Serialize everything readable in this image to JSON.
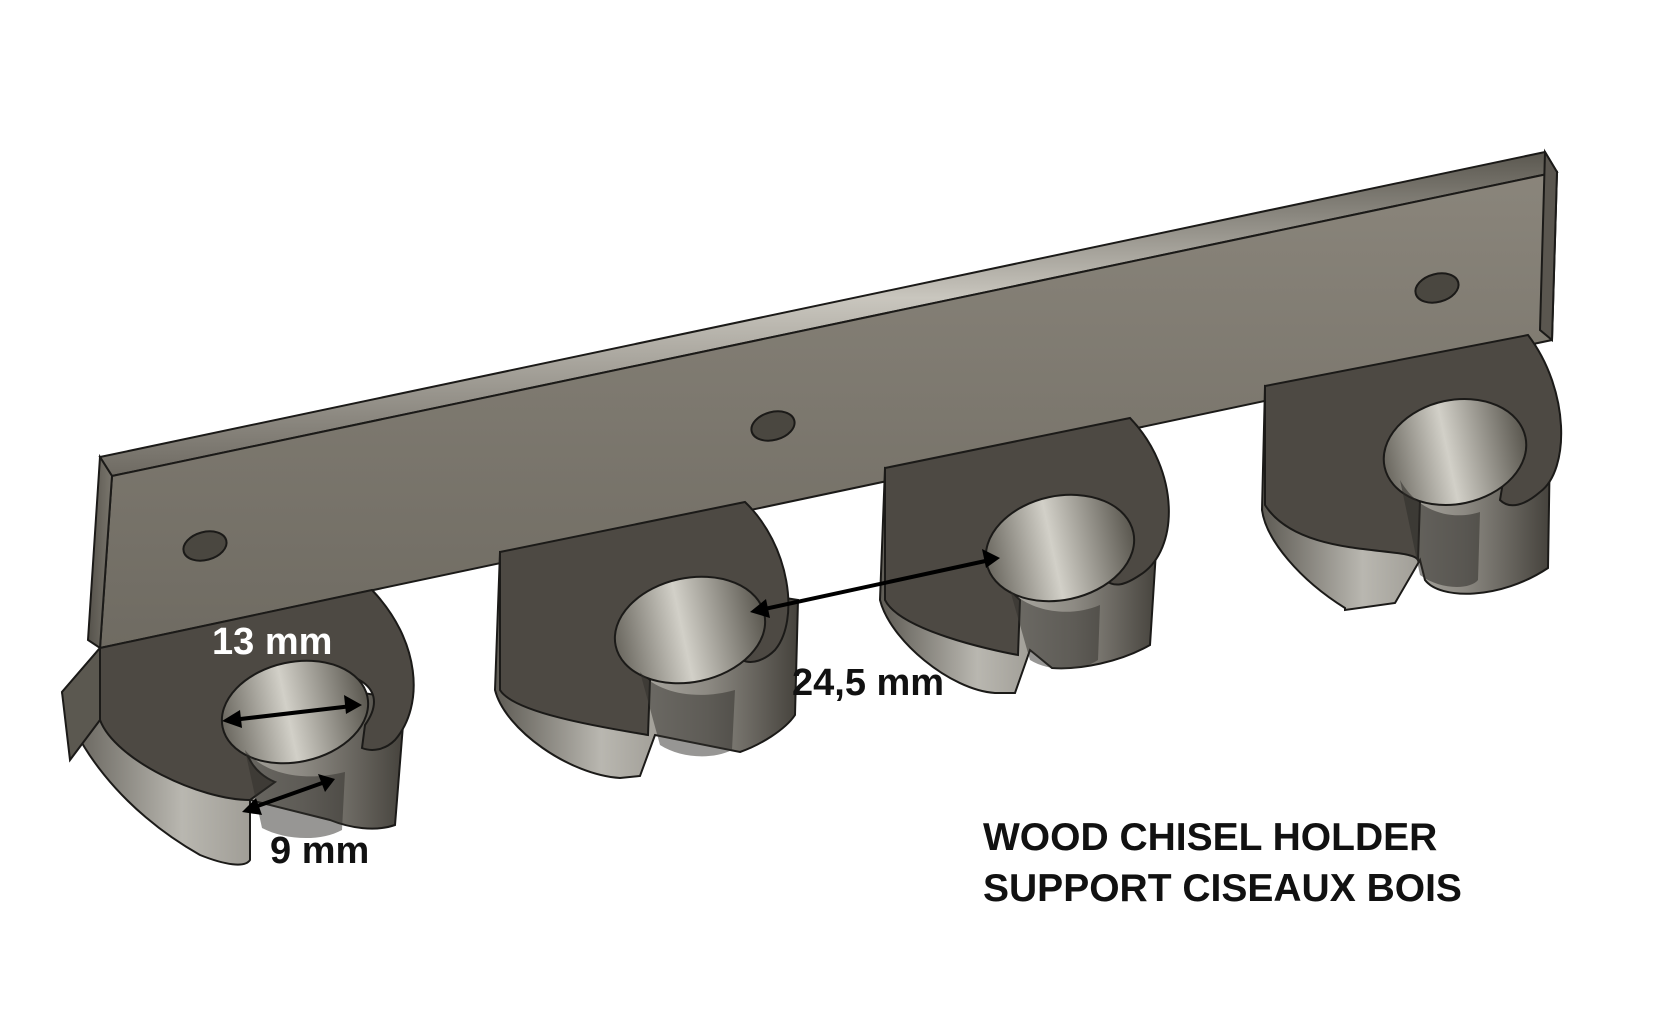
{
  "dimensions": {
    "clip_inner_width": "13 mm",
    "clip_opening": "9 mm",
    "clip_spacing": "24,5 mm"
  },
  "title": {
    "line1": "WOOD CHISEL HOLDER",
    "line2": "SUPPORT CISEAUX BOIS"
  },
  "colors": {
    "background": "#ffffff",
    "plate_face": "#7b776d",
    "plate_top": "#8f8a80",
    "clip_top": "#4d4943",
    "clip_side_light": "#a7a59e",
    "clip_side_dark": "#3f3c37",
    "outline": "#1b1a18",
    "arrow": "#000000"
  }
}
